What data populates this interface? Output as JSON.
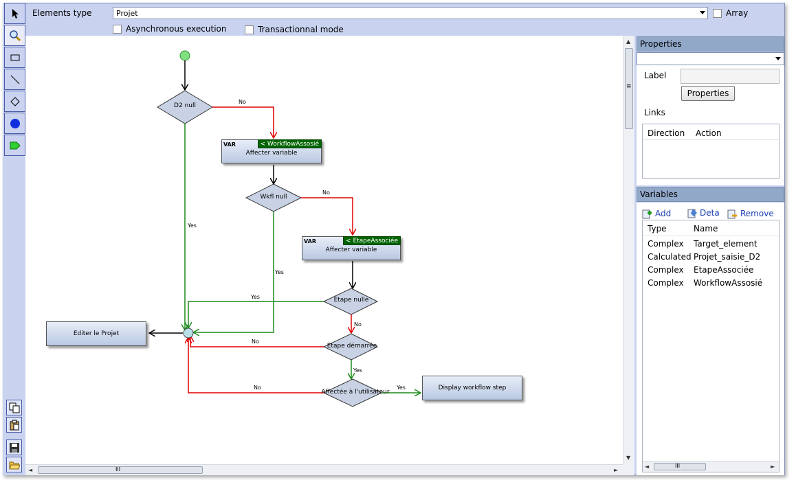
{
  "header": {
    "elements_type_label": "Elements type",
    "elements_type_value": "Projet",
    "array_label": "Array",
    "async_label": "Asynchronous execution",
    "transactional_label": "Transactionnal mode"
  },
  "toolbar": {
    "tools": [
      "pointer-icon",
      "zoom-icon",
      "rectangle-icon",
      "line-icon",
      "diamond-icon",
      "circle-icon",
      "tag-icon"
    ],
    "bottom_tools": [
      "copy-icon",
      "paste-icon",
      "save-icon",
      "open-icon"
    ]
  },
  "diagram": {
    "nodes": {
      "d2_null": "D2 null",
      "affecter1": "Affecter variable",
      "affecter1_tag": "< WorkflowAssosié",
      "wkfl_null": "Wkfl null",
      "affecter2": "Affecter variable",
      "affecter2_tag": "< EtapeAssociée",
      "etape_nulle": "Etape nulle",
      "etape_demarree": "Etape démarrée",
      "affectee": "Affectée à l'utilisateur",
      "editer": "Editer le Projet",
      "display": "Display workflow step",
      "var_badge": "VAR"
    },
    "edge_labels": {
      "no1": "No",
      "yes1": "Yes",
      "no2": "No",
      "yes2": "Yes",
      "yes3": "Yes",
      "no3": "No",
      "no4": "No",
      "yes4": "Yes",
      "no5": "No",
      "yes5": "Yes"
    },
    "colors": {
      "yes": "#1a8c1a",
      "no": "#e00000",
      "flow": "#000000",
      "start": "#7ee07e",
      "join": "#b8e0e8"
    }
  },
  "properties": {
    "title": "Properties",
    "label_caption": "Label",
    "label_value": "",
    "button": "Properties",
    "links_caption": "Links",
    "links_columns": [
      "Direction",
      "Action"
    ]
  },
  "variables": {
    "title": "Variables",
    "add": "Add",
    "detail": "Deta",
    "remove": "Remove",
    "columns": [
      "Type",
      "Name"
    ],
    "rows": [
      {
        "type": "Complex",
        "name": "Target_element"
      },
      {
        "type": "Calculated",
        "name": "Projet_saisie_D2"
      },
      {
        "type": "Complex",
        "name": "EtapeAssociée"
      },
      {
        "type": "Complex",
        "name": "WorkflowAssosié"
      }
    ],
    "hscroll_grip": "III"
  },
  "canvas": {
    "hscroll_grip": "III",
    "vscroll_grip": "≡"
  }
}
